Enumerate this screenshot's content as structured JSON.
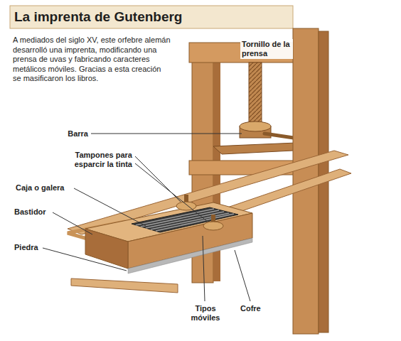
{
  "diagram": {
    "title": "La imprenta de Gutenberg",
    "labels": [
      "A mediados del siglo XV, este orfebre alemán desarrolló una imprenta, modificando una prensa de uvas y fabricando caracteres metálicos móviles. Gracias a esta creación se masificaron los libros.",
      "Tornillo de la prensa",
      "Barra",
      "Tampones para esparcir la tinta",
      "Caja o galera",
      "Bastidor",
      "Piedra",
      "Tipos móviles",
      "Cofre"
    ]
  }
}
